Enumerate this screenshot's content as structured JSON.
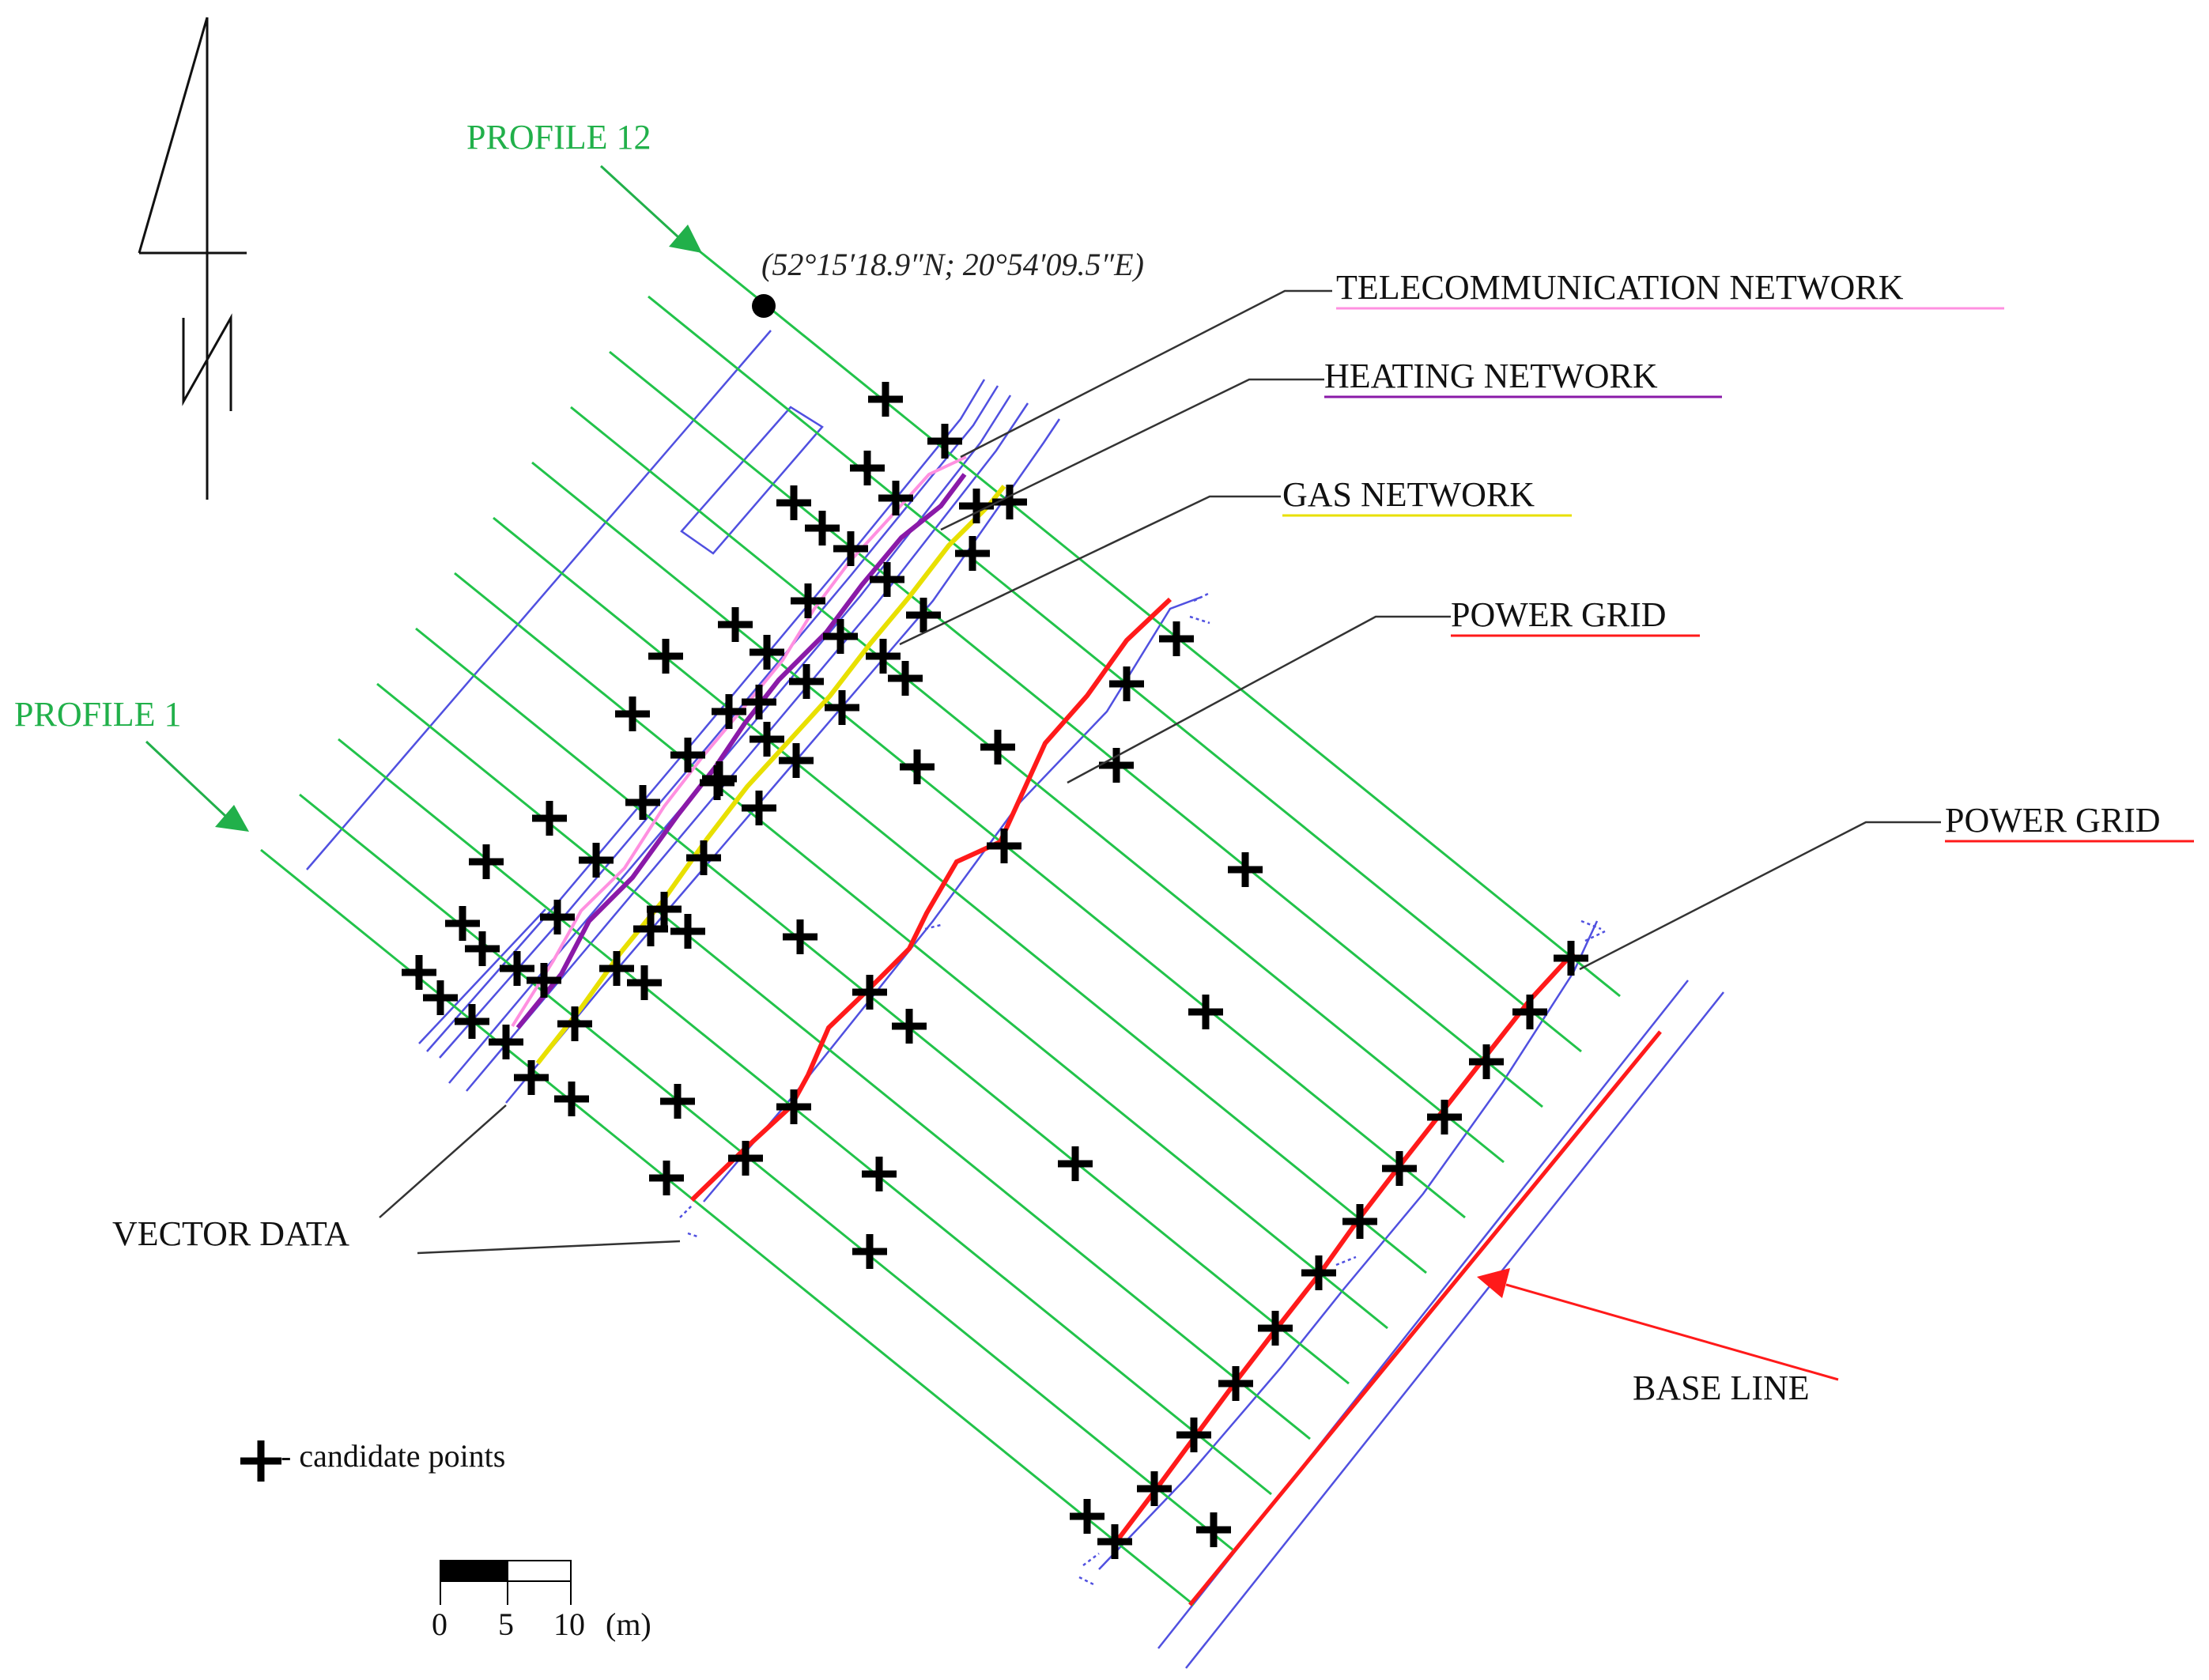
{
  "labels": {
    "profile_12": "PROFILE 12",
    "profile_1": "PROFILE 1",
    "coordinate": "(52°15′18.9″N; 20°54′09.5″E)",
    "telecom": "TELECOMMUNICATION NETWORK",
    "heating": "HEATING NETWORK",
    "gas": "GAS NETWORK",
    "power_grid_1": "POWER GRID",
    "power_grid_2": "POWER GRID",
    "vector_data": "VECTOR DATA",
    "base_line": "BASE LINE",
    "legend": "- candidate points"
  },
  "north_arrow": {
    "letter": "N"
  },
  "scale_bar": {
    "ticks": [
      "0",
      "5",
      "10"
    ],
    "unit": "(m)"
  },
  "colors": {
    "profile": "#22c34a",
    "profile_label": "#21b04a",
    "vector": "#5050e0",
    "telecom": "#ff90e0",
    "heating": "#8a1aa8",
    "gas": "#e8e000",
    "power": "#ff1a1a",
    "base_line": "#ff1a1a",
    "leader": "#333333",
    "marker": "#000000"
  },
  "profiles": {
    "count": 12
  }
}
